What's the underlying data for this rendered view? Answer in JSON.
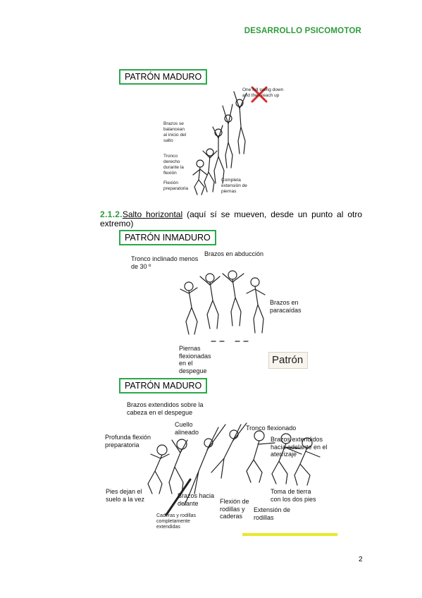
{
  "header": {
    "title": "DESARROLLO PSICOMOTOR"
  },
  "figure1": {
    "box_label": "PATRÓN MADURO",
    "labels": {
      "top_right": "One full swing down and then reach up",
      "arms": "Brazos se balancean al inicio del salto",
      "trunk": "Tronco derecho durante la flexión",
      "flexion": "Flexión preparatoria",
      "extension": "Completa extensión de piernas"
    }
  },
  "section": {
    "number": "2.1.2.",
    "title": "Salto horizontal",
    "text": " (aquí sí se mueven, desde un punto al otro extremo)"
  },
  "figure2": {
    "box_label": "PATRÓN INMADURO",
    "labels": {
      "trunk": "Tronco inclinado menos de 30 º",
      "arms_abduction": "Brazos en abducción",
      "arms_parachute": "Brazos en paracaídas",
      "legs": "Piernas flexionadas en el despegue"
    },
    "fragment": "Patrón"
  },
  "figure3": {
    "box_label": "PATRÓN MADURO",
    "labels": {
      "arms_extended_top": "Brazos extendidos sobre la cabeza en el despegue",
      "neck": "Cuello alineado",
      "trunk": "Tronco flexionado",
      "deep_flexion": "Profunda flexión preparatoria",
      "arms_forward_landing": "Brazos extendidos hacia adelante en el aterrizaje",
      "feet": "Pies dejan el suelo a la vez",
      "arms_forward": "Brazos hacia delante",
      "hips": "Caderas y rodillas completamente extendidas",
      "knee_flexion": "Flexión de rodillas y caderas",
      "landing": "Toma de tierra con los dos pies",
      "knee_ext": "Extensión de rodillas"
    }
  },
  "footer": {
    "page": "2"
  }
}
